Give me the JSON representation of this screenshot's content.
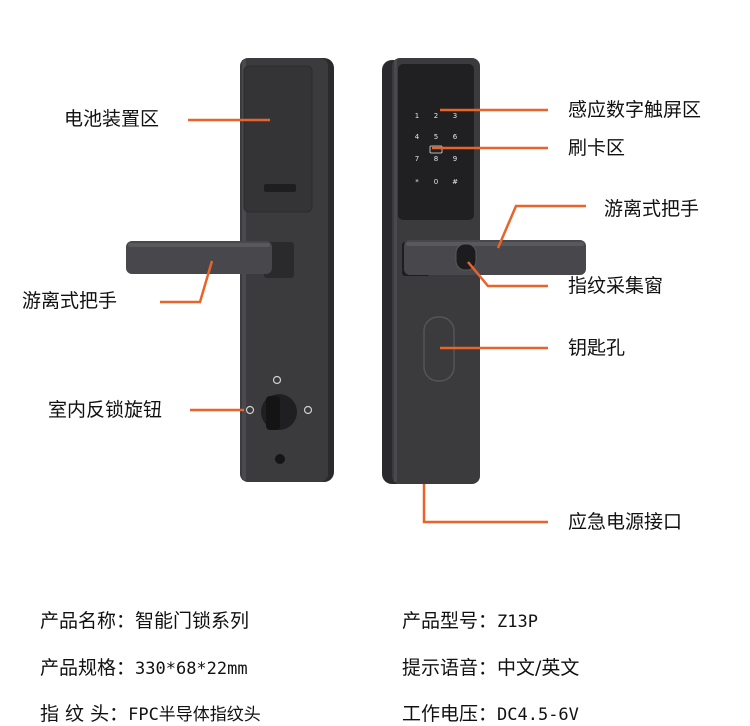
{
  "labels": {
    "battery": "电池装置区",
    "handle_left": "游离式把手",
    "knob": "室内反锁旋钮",
    "touchscreen": "感应数字触屏区",
    "card": "刷卡区",
    "handle_right": "游离式把手",
    "fingerprint_window": "指纹采集窗",
    "keyhole": "钥匙孔",
    "emergency_port": "应急电源接口"
  },
  "keypad": [
    "1",
    "2",
    "3",
    "4",
    "5",
    "6",
    "7",
    "8",
    "9",
    "*",
    "0",
    "#"
  ],
  "specs": [
    {
      "label": "产品名称：",
      "value": "智能门锁系列"
    },
    {
      "label": "产品型号：",
      "value": "Z13P"
    },
    {
      "label": "产品规格：",
      "value": "330*68*22mm"
    },
    {
      "label": "提示语音：",
      "value": "中文/英文"
    },
    {
      "label": "指 纹 头：",
      "value": "FPC半导体指纹头"
    },
    {
      "label": "工作电压：",
      "value": "DC4.5-6V"
    }
  ],
  "colors": {
    "accent": "#e8642a",
    "lock_body": "#3a3a3c",
    "lock_edge": "#2a2a2c",
    "text": "#111111"
  }
}
